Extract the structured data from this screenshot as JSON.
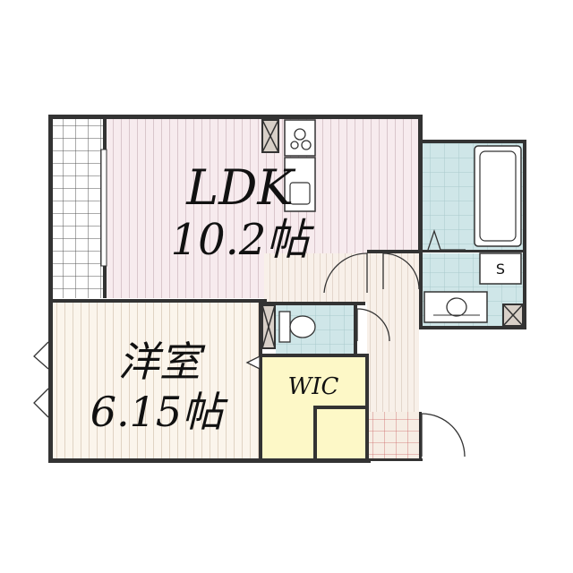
{
  "rooms": {
    "ldk": {
      "name": "LDK",
      "size": "10.2帖"
    },
    "western": {
      "name": "洋室",
      "size": "6.15帖"
    },
    "wic": {
      "name": "WIC"
    },
    "shoe": {
      "name": "S"
    }
  },
  "colors": {
    "wall": "#333333",
    "ldk_floor": "#f7ebee",
    "western_floor": "#fbf5ec",
    "wic_floor": "#fdf8c7",
    "wet_area": "#cfe6e8",
    "balcony": "#ffffff",
    "entrance": "#f6ede4",
    "hall": "#f8f0e9"
  },
  "icons": [
    "stove-icon",
    "sink-icon",
    "bathtub-icon",
    "toilet-icon",
    "washbasin-icon",
    "pipe-shaft-icon",
    "window-icon",
    "door-swing-icon"
  ]
}
